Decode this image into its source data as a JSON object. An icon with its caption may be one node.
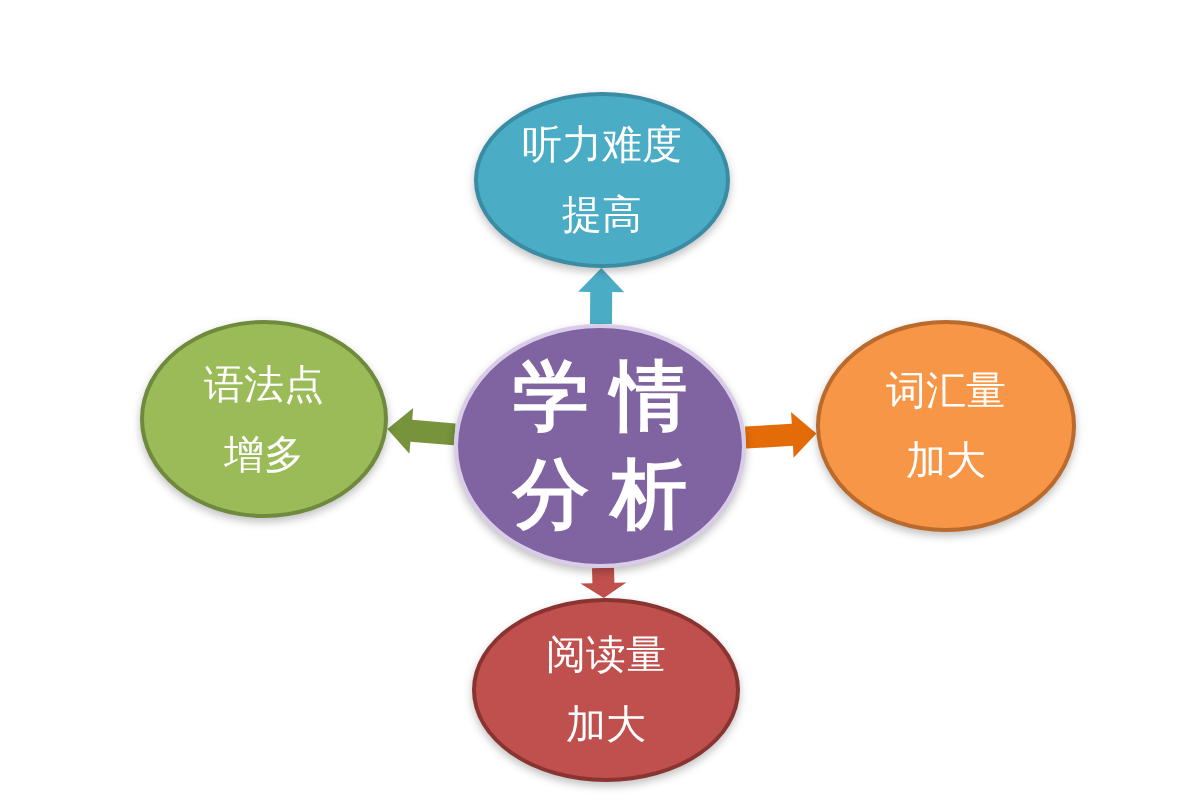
{
  "diagram": {
    "nodes": [
      {
        "text": [
          "听力难度提高"
        ]
      },
      {
        "text": [
          "语法点增多"
        ]
      },
      {
        "text": [
          "学情分析"
        ]
      },
      {
        "text": [
          "词汇量加大"
        ]
      },
      {
        "text": [
          "阅读量加大"
        ]
      }
    ],
    "edges": [
      {
        "from": 2,
        "to": 0,
        "arrow": "to",
        "color": "#4bacc6"
      },
      {
        "from": 2,
        "to": 1,
        "arrow": "to",
        "color": "#77933c"
      },
      {
        "from": 2,
        "to": 3,
        "arrow": "to",
        "color": "#e36c09"
      },
      {
        "from": 2,
        "to": 4,
        "arrow": "to",
        "color": "#c0504d"
      }
    ]
  }
}
